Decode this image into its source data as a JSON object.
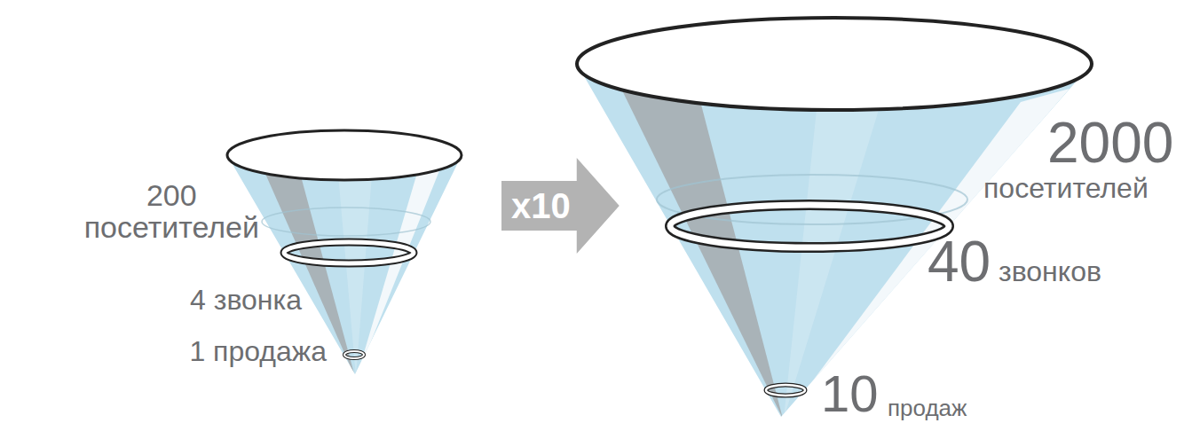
{
  "diagram": {
    "nodes": [
      {
        "text": [
          "x10"
        ]
      }
    ],
    "labels": [
      "200 посетителей",
      "4 звонка",
      "1 продажа",
      "2000",
      "посетителей",
      "40",
      "звонков",
      "10",
      "продаж"
    ]
  }
}
